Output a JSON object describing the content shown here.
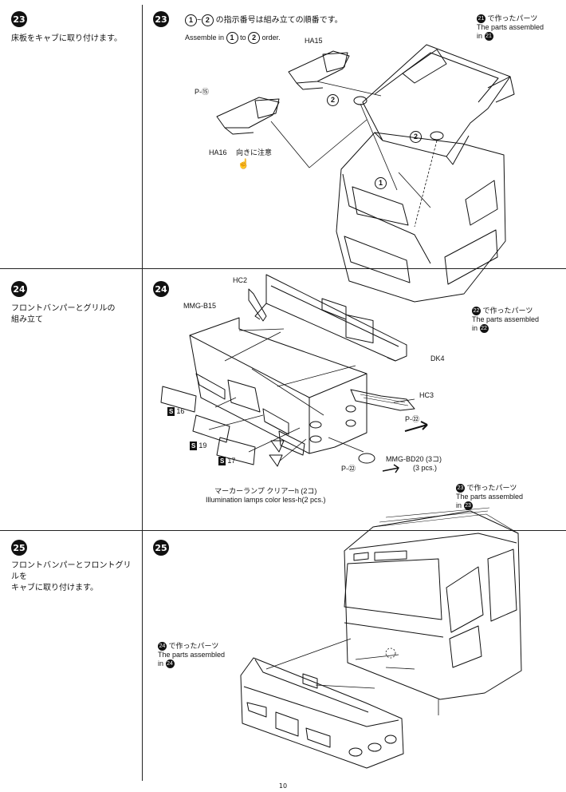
{
  "steps": [
    {
      "number": "23",
      "text": "床板をキャブに取り付けます。"
    },
    {
      "number": "24",
      "text_line1": "フロントバンパーとグリルの",
      "text_line2": "組み立て"
    },
    {
      "number": "25",
      "text_line1": "フロントバンパーとフロントグリルを",
      "text_line2": "キャブに取り付けます。"
    }
  ],
  "step23": {
    "order_from": "1",
    "order_to": "2",
    "order_note_jp": "の指示番号は組み立ての順番です。",
    "order_note_en_pre": "Assemble in",
    "order_note_en_mid": "to",
    "order_note_en_post": "order.",
    "ha15": "HA15",
    "p15": "P-⑮",
    "ha16": "HA16",
    "orientation_note": "向きに注意",
    "ref_num": "21",
    "ref_jp": "で作ったパーツ",
    "ref_en1": "The parts assembled",
    "ref_en2": "in",
    "ref22_num": "22",
    "ref22_jp": "で作ったパーツ",
    "ref22_en1": "The parts assembled",
    "ref22_en2": "in"
  },
  "step24": {
    "hc2": "HC2",
    "mmg_b15": "MMG-B15",
    "dk4": "DK4",
    "hc3": "HC3",
    "p22": "P-㉒",
    "s_mark": "S",
    "s16": "16",
    "s19": "19",
    "s17": "17",
    "mmg_bd20": "MMG-BD20 (3コ)",
    "mmg_bd20_count": "(3 pcs.)",
    "lamp_jp": "マーカーランプ クリアーh (2コ)",
    "lamp_en": "Illumination lamps color less-h(2 pcs.)"
  },
  "step25": {
    "ref23_num": "23",
    "ref24_num": "24",
    "ref_jp": "で作ったパーツ",
    "ref_en1": "The parts assembled",
    "ref_en2": "in"
  },
  "page_number": "10"
}
